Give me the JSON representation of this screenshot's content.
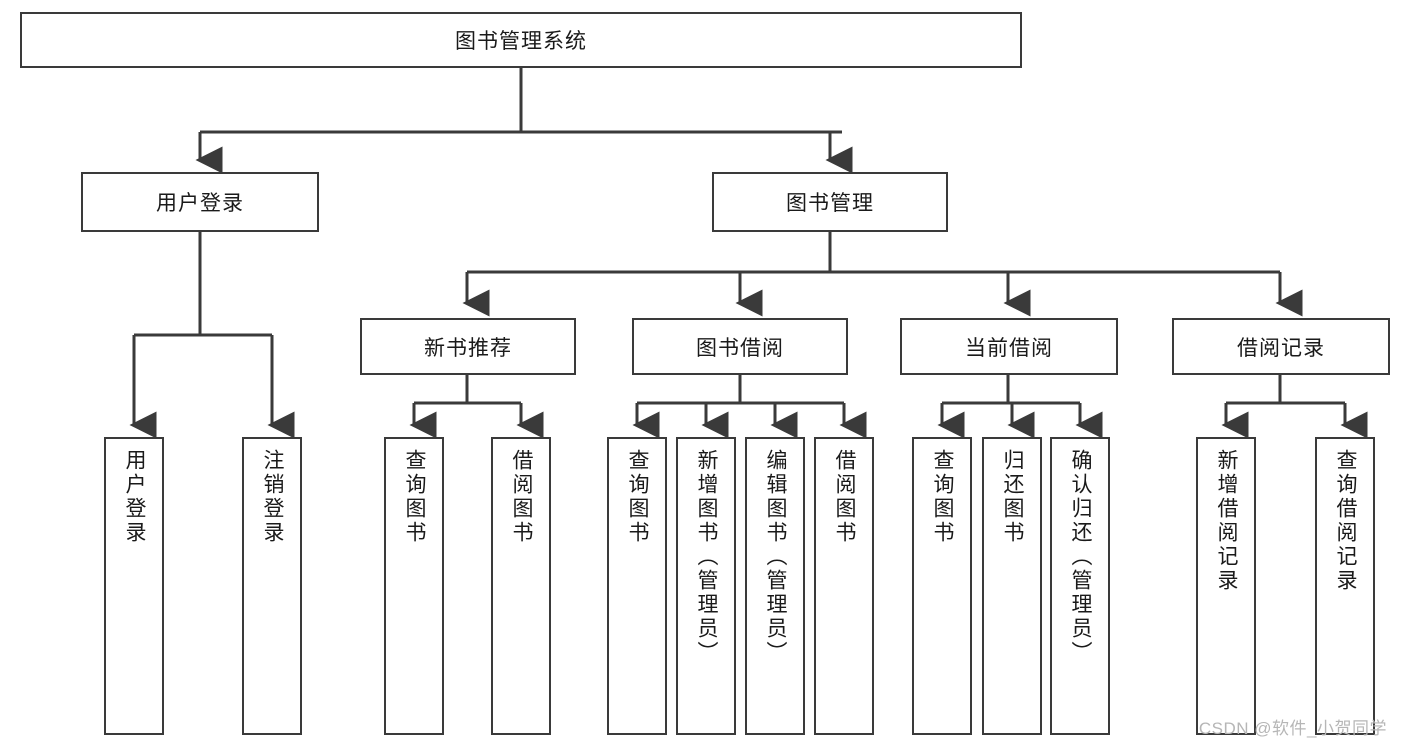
{
  "diagram": {
    "title": "图书管理系统",
    "watermark": "CSDN @软件_小贺同学",
    "colors": {
      "stroke": "#3a3a3a",
      "fill": "#ffffff",
      "text": "#1a1a1a",
      "watermark": "#b6b6b6"
    },
    "root": {
      "label": "图书管理系统"
    },
    "level2": [
      {
        "label": "用户登录"
      },
      {
        "label": "图书管理"
      }
    ],
    "level3": [
      {
        "label": "新书推荐"
      },
      {
        "label": "图书借阅"
      },
      {
        "label": "当前借阅"
      },
      {
        "label": "借阅记录"
      }
    ],
    "leaves": {
      "user_login": [
        {
          "label": "用户登录"
        },
        {
          "label": "注销登录"
        }
      ],
      "new_book_recommend": [
        {
          "label": "查询图书"
        },
        {
          "label": "借阅图书"
        }
      ],
      "book_borrow": [
        {
          "label": "查询图书"
        },
        {
          "label": "新增图书（管理员）"
        },
        {
          "label": "编辑图书（管理员）"
        },
        {
          "label": "借阅图书"
        }
      ],
      "current_borrow": [
        {
          "label": "查询图书"
        },
        {
          "label": "归还图书"
        },
        {
          "label": "确认归还（管理员）"
        }
      ],
      "borrow_record": [
        {
          "label": "新增借阅记录"
        },
        {
          "label": "查询借阅记录"
        }
      ]
    }
  }
}
